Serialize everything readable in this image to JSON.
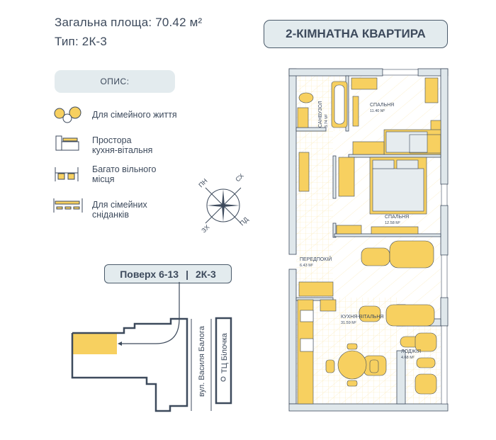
{
  "info": {
    "total_area": "Загальна площа: 70.42 м²",
    "type": "Тип: 2К-3"
  },
  "title": "2-КІМНАТНА КВАРТИРА",
  "description": {
    "button": "ОПИС:",
    "features": [
      {
        "icon": "family-icon",
        "line1": "Для сімейного життя",
        "line2": ""
      },
      {
        "icon": "kitchen-icon",
        "line1": "Простора",
        "line2": "кухня-вітальня"
      },
      {
        "icon": "space-icon",
        "line1": "Багато вільного",
        "line2": "місця"
      },
      {
        "icon": "breakfast-table-icon",
        "line1": "Для сімейних",
        "line2": "сніданків"
      }
    ]
  },
  "compass": {
    "n": "ПН",
    "e": "СХ",
    "s": "ПД",
    "w": "ЗХ"
  },
  "location": {
    "floor": "Поверх 6-13",
    "separator": "|",
    "type": "2К-3",
    "street": "вул. Василя Балога",
    "landmark": "ТЦ Білочка"
  },
  "rooms": [
    {
      "name": "СПАЛЬНЯ",
      "area": "11.40 М²"
    },
    {
      "name": "СПАЛЬНЯ",
      "area": "12.58 М²"
    },
    {
      "name": "САНВУЗОЛ",
      "area": "3.74 М²"
    },
    {
      "name": "ПЕРЕДПОКІЙ",
      "area": "6.43 М²"
    },
    {
      "name": "КУХНЯ-ВІТАЛЬНЯ",
      "area": "31.59 М²"
    },
    {
      "name": "ЛОДЖІЯ",
      "area": "4.68 М²"
    }
  ],
  "colors": {
    "accent": "#f7d060",
    "text": "#3d4a5c",
    "panel": "#e3ebee",
    "wall": "#dfe7eb"
  }
}
